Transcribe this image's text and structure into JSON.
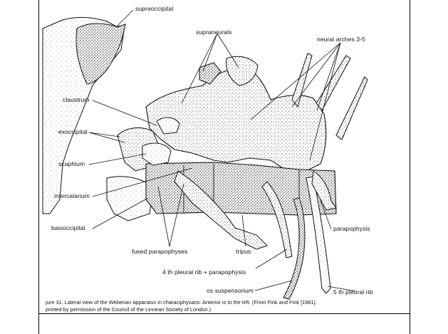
{
  "figure": {
    "labels": {
      "supraoccipital": "supraoccipital",
      "supraneurals": "supraneurals",
      "neural_arches": "neural arches 3-5",
      "claustrum": "claustrum",
      "exoccipital": "exoccipital",
      "scaphium": "scaphium",
      "intercalarium": "intercalarium",
      "basioccipital": "basioccipital",
      "fused_parapophyses": "fused parapophyses",
      "tripus": "tripus",
      "parapophysis": "parapophysis",
      "pleural_rib_4": "4 th pleural rib + parapophysis",
      "os_suspensorium": "os suspensorium",
      "pleural_rib_5": "5 th pleural rib"
    },
    "caption_line1": "jure 31.   Lateral view of the Weberian apparatus in characiphysans. Anterior is to the left. (From Fink and Fink [1981].",
    "caption_line2": "printed by permission of the Council of the Linnean Society of London.)"
  }
}
